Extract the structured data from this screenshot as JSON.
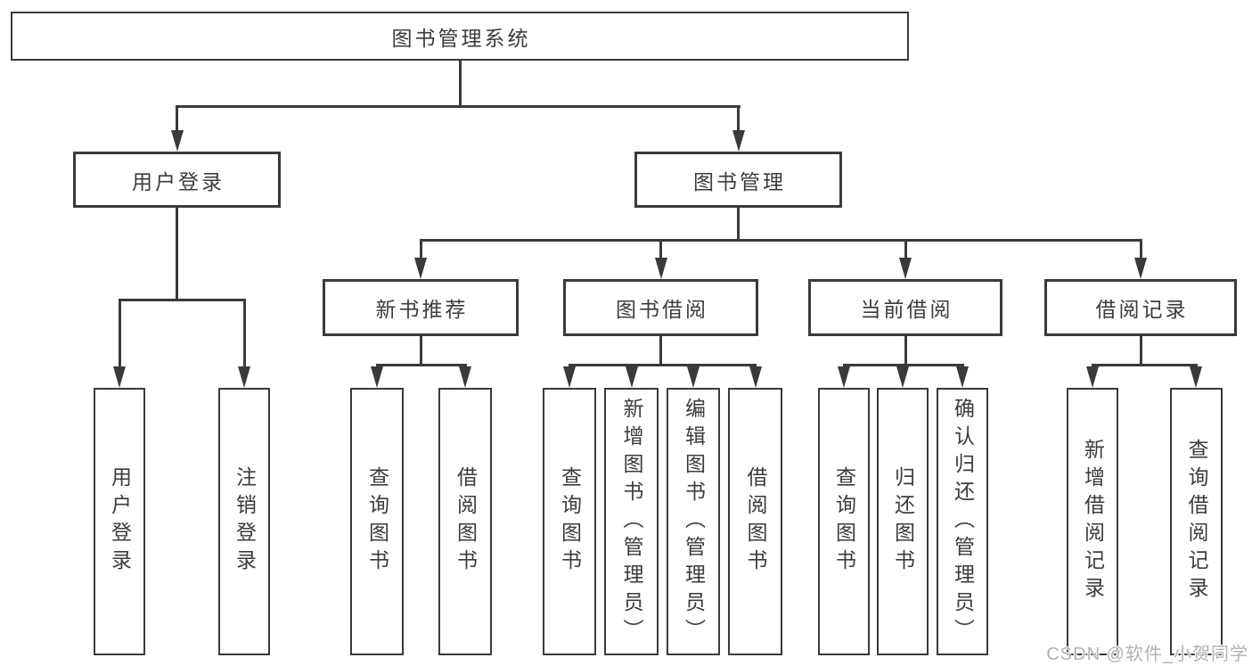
{
  "diagram": {
    "title": "图书管理系统",
    "root": {
      "label": "图书管理系统"
    },
    "level2": {
      "user_login": {
        "label": "用户登录"
      },
      "book_management": {
        "label": "图书管理"
      }
    },
    "level3": {
      "new_book_recommend": {
        "label": "新书推荐"
      },
      "book_borrowing": {
        "label": "图书借阅"
      },
      "current_borrowing": {
        "label": "当前借阅"
      },
      "borrowing_records": {
        "label": "借阅记录"
      }
    },
    "leaves": {
      "user_login": {
        "label": "用户登录"
      },
      "logout": {
        "label": "注销登录"
      },
      "nb_query_books": {
        "label": "查询图书"
      },
      "nb_borrow_books": {
        "label": "借阅图书"
      },
      "bw_query_books": {
        "label": "查询图书"
      },
      "bw_add_books": {
        "label": "新增图书（管理员）"
      },
      "bw_edit_books": {
        "label": "编辑图书（管理员）"
      },
      "bw_borrow_books": {
        "label": "借阅图书"
      },
      "cur_query_books": {
        "label": "查询图书"
      },
      "cur_return_books": {
        "label": "归还图书"
      },
      "cur_confirm_return": {
        "label": "确认归还（管理员）"
      },
      "rec_add_record": {
        "label": "新增借阅记录"
      },
      "rec_query_record": {
        "label": "查询借阅记录"
      }
    }
  },
  "watermark": {
    "text": "CSDN @软件_小贺同学"
  },
  "colors": {
    "line": "#3a3a3a",
    "text": "#3c3c3c",
    "box_background": "#ffffff",
    "page_background": "#ffffff",
    "watermark": "#b2b2b2"
  }
}
